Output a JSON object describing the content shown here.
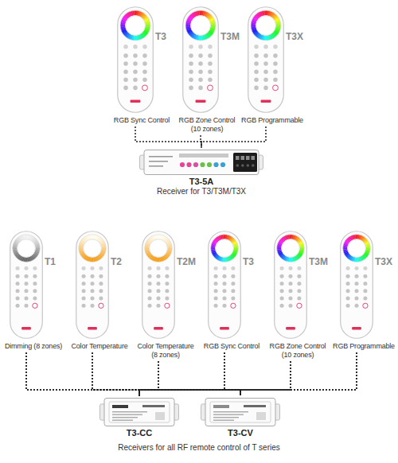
{
  "diagram": {
    "caption": "Receivers for all RF remote control of T series",
    "nodes": [
      {
        "text": [
          "T3",
          "RGB Sync Control"
        ]
      },
      {
        "text": [
          "T3M",
          "RGB Zone Control (10 zones)"
        ]
      },
      {
        "text": [
          "T3X",
          "RGB Programmable"
        ]
      },
      {
        "text": [
          "T3-5A",
          "Receiver for T3/T3M/T3X"
        ]
      },
      {
        "text": [
          "T1",
          "Dimming (8 zones)"
        ]
      },
      {
        "text": [
          "T2",
          "Color Temperature"
        ]
      },
      {
        "text": [
          "T2M",
          "Color Temperature (8 zones)"
        ]
      },
      {
        "text": [
          "T3",
          "RGB Sync Control"
        ]
      },
      {
        "text": [
          "T3M",
          "RGB Zone Control (10 zones)"
        ]
      },
      {
        "text": [
          "T3X",
          "RGB Programmable"
        ]
      },
      {
        "text": [
          "T3-CC"
        ]
      },
      {
        "text": [
          "T3-CV"
        ]
      }
    ],
    "edges": [
      {
        "from": 0,
        "to": 3,
        "arrow": "none"
      },
      {
        "from": 1,
        "to": 3,
        "arrow": "none"
      },
      {
        "from": 2,
        "to": 3,
        "arrow": "none"
      },
      {
        "from": 4,
        "to": 10,
        "arrow": "none"
      },
      {
        "from": 5,
        "to": 10,
        "arrow": "none"
      },
      {
        "from": 6,
        "to": 10,
        "arrow": "none"
      },
      {
        "from": 7,
        "to": 10,
        "arrow": "none"
      },
      {
        "from": 8,
        "to": 10,
        "arrow": "none"
      },
      {
        "from": 9,
        "to": 10,
        "arrow": "none"
      },
      {
        "from": 4,
        "to": 11,
        "arrow": "none"
      },
      {
        "from": 5,
        "to": 11,
        "arrow": "none"
      },
      {
        "from": 6,
        "to": 11,
        "arrow": "none"
      },
      {
        "from": 7,
        "to": 11,
        "arrow": "none"
      },
      {
        "from": 8,
        "to": 11,
        "arrow": "none"
      },
      {
        "from": 9,
        "to": 11,
        "arrow": "none"
      }
    ]
  }
}
